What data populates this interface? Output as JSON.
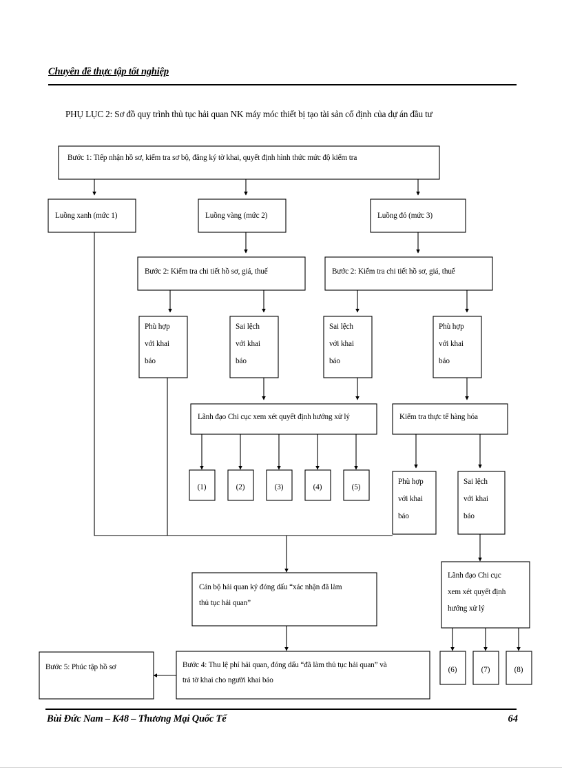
{
  "header": {
    "running_title": "Chuyên đề thực tập tốt nghiệp"
  },
  "caption": {
    "text": "PHỤ LỤC 2: Sơ đồ quy trình thủ tục hải quan NK máy móc thiết bị tạo tài sản cố định của dự án đầu tư"
  },
  "footer": {
    "author_line": "Bùi Đức Nam – K48 – Thương Mại Quốc Tế",
    "page_number": "64"
  },
  "chart_data": {
    "type": "diagram",
    "title": "PHỤ LỤC 2: Sơ đồ quy trình thủ tục hải quan NK máy móc thiết bị tạo tài sản cố định của dự án đầu tư",
    "nodes": [
      {
        "id": "buoc1",
        "label": "Bước 1: Tiếp nhận hồ sơ, kiểm tra sơ bộ, đăng ký tờ khai, quyết định hình thức mức độ kiểm tra"
      },
      {
        "id": "luong_xanh",
        "label": "Luồng xanh (mức 1)"
      },
      {
        "id": "luong_vang",
        "label": "Luồng vàng (mức 2)"
      },
      {
        "id": "luong_do",
        "label": "Luồng đỏ (mức 3)"
      },
      {
        "id": "buoc2_vang",
        "label": "Bước 2: Kiểm tra chi tiết hồ sơ, giá, thuế"
      },
      {
        "id": "buoc2_do",
        "label": "Bước 2: Kiểm tra chi tiết hồ sơ, giá, thuế"
      },
      {
        "id": "phuhop_1",
        "lines": [
          "Phù hợp",
          "với khai",
          "báo"
        ]
      },
      {
        "id": "sailech_1",
        "lines": [
          "Sai lệch",
          "với khai",
          "báo"
        ]
      },
      {
        "id": "sailech_2",
        "lines": [
          "Sai lệch",
          "với khai",
          "báo"
        ]
      },
      {
        "id": "phuhop_2",
        "lines": [
          "Phù hợp",
          "với khai",
          "báo"
        ]
      },
      {
        "id": "lanhdao_1",
        "label": "Lãnh đạo Chi cục xem xét quyết định hướng xử lý"
      },
      {
        "id": "kiemtra_thucte",
        "label": "Kiểm tra thực tế hàng hóa"
      },
      {
        "id": "n1",
        "label": "(1)"
      },
      {
        "id": "n2",
        "label": "(2)"
      },
      {
        "id": "n3",
        "label": "(3)"
      },
      {
        "id": "n4",
        "label": "(4)"
      },
      {
        "id": "n5",
        "label": "(5)"
      },
      {
        "id": "phuhop_3",
        "lines": [
          "Phù hợp",
          "với khai",
          "báo"
        ]
      },
      {
        "id": "sailech_3",
        "lines": [
          "Sai lệch",
          "với khai",
          "báo"
        ]
      },
      {
        "id": "canbo",
        "lines": [
          "Cán bộ hải quan ký đóng dấu “xác nhận đã làm",
          "thủ tục hải quan”"
        ]
      },
      {
        "id": "lanhdao_2",
        "lines": [
          "Lãnh đạo Chi cục",
          "xem xét quyết định",
          "hướng xử lý"
        ]
      },
      {
        "id": "buoc5",
        "label": "Bước 5: Phúc tập hồ sơ"
      },
      {
        "id": "buoc4",
        "lines": [
          "Bước 4: Thu lệ phí hải quan, đóng dấu “đã làm thủ tục hải quan” và",
          "trả tờ khai cho người khai báo"
        ]
      },
      {
        "id": "n6",
        "label": "(6)"
      },
      {
        "id": "n7",
        "label": "(7)"
      },
      {
        "id": "n8",
        "label": "(8)"
      }
    ],
    "edges": [
      {
        "from": "buoc1",
        "to": "luong_xanh"
      },
      {
        "from": "buoc1",
        "to": "luong_vang"
      },
      {
        "from": "buoc1",
        "to": "luong_do"
      },
      {
        "from": "luong_vang",
        "to": "buoc2_vang"
      },
      {
        "from": "luong_do",
        "to": "buoc2_do"
      },
      {
        "from": "buoc2_vang",
        "to": "phuhop_1"
      },
      {
        "from": "buoc2_vang",
        "to": "sailech_1"
      },
      {
        "from": "buoc2_do",
        "to": "sailech_2"
      },
      {
        "from": "buoc2_do",
        "to": "phuhop_2"
      },
      {
        "from": "sailech_1",
        "to": "lanhdao_1"
      },
      {
        "from": "sailech_2",
        "to": "lanhdao_1"
      },
      {
        "from": "phuhop_2",
        "to": "kiemtra_thucte"
      },
      {
        "from": "lanhdao_1",
        "to": "n1"
      },
      {
        "from": "lanhdao_1",
        "to": "n2"
      },
      {
        "from": "lanhdao_1",
        "to": "n3"
      },
      {
        "from": "lanhdao_1",
        "to": "n4"
      },
      {
        "from": "lanhdao_1",
        "to": "n5"
      },
      {
        "from": "kiemtra_thucte",
        "to": "phuhop_3"
      },
      {
        "from": "kiemtra_thucte",
        "to": "sailech_3"
      },
      {
        "from": "luong_xanh",
        "to": "canbo"
      },
      {
        "from": "phuhop_1",
        "to": "canbo"
      },
      {
        "from": "phuhop_3",
        "to": "canbo"
      },
      {
        "from": "canbo",
        "to": "buoc4"
      },
      {
        "from": "buoc4",
        "to": "buoc5"
      },
      {
        "from": "sailech_3",
        "to": "lanhdao_2"
      },
      {
        "from": "lanhdao_2",
        "to": "n6"
      },
      {
        "from": "lanhdao_2",
        "to": "n7"
      },
      {
        "from": "lanhdao_2",
        "to": "n8"
      }
    ]
  }
}
